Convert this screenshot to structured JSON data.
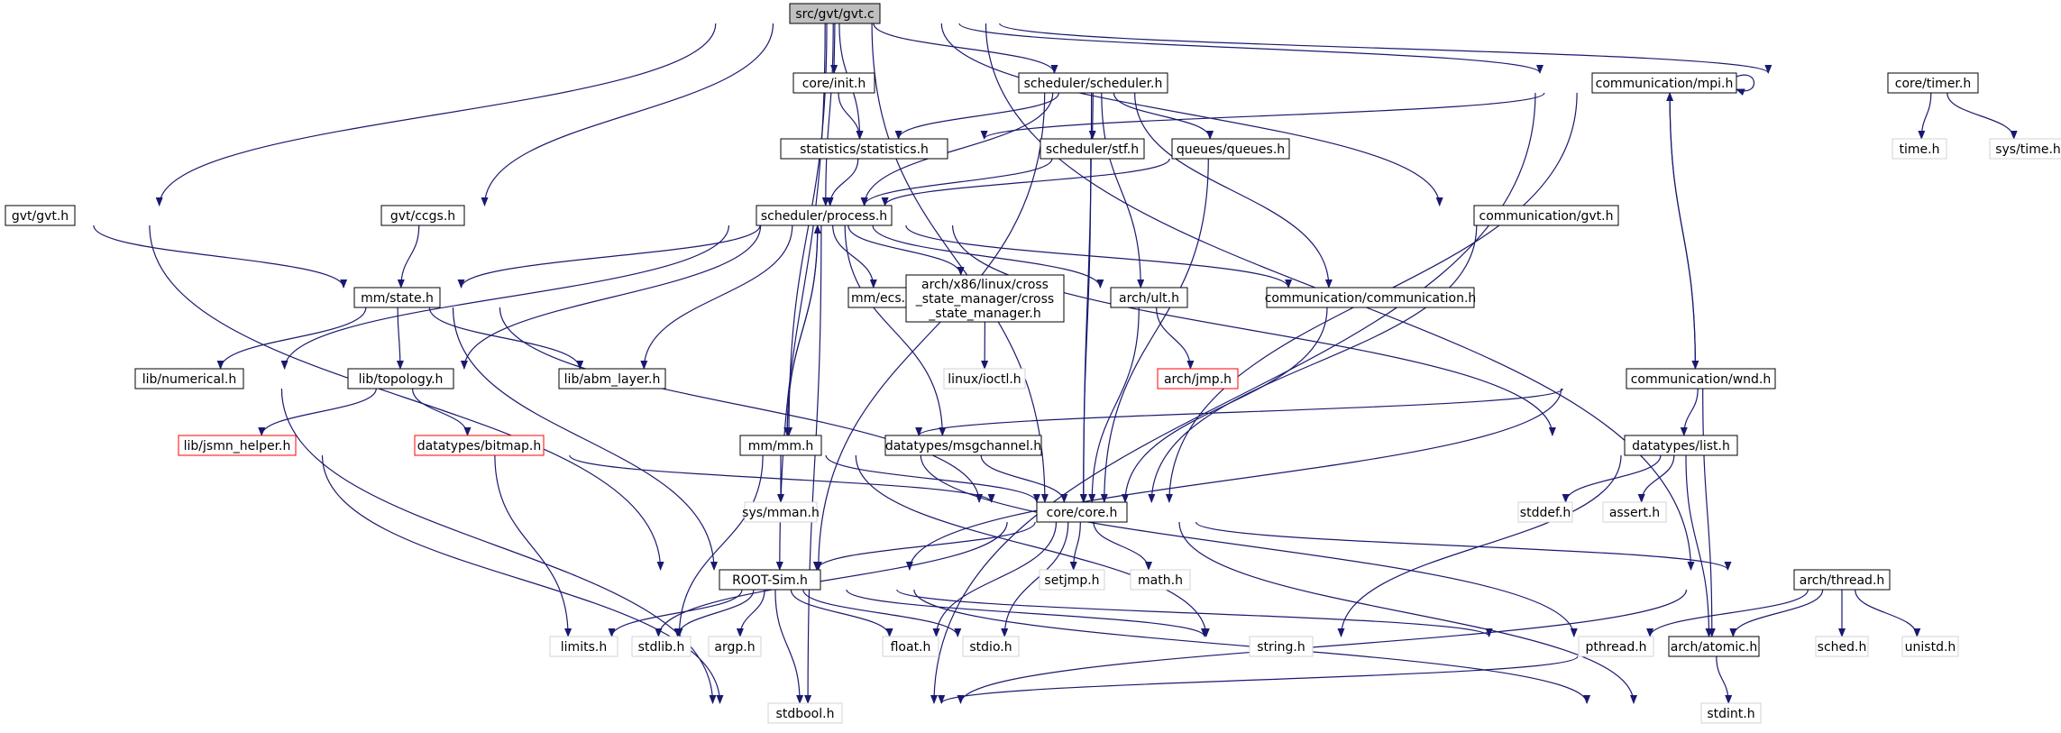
{
  "colors": {
    "edge": "#191970",
    "box_border": "#000000",
    "box_border_missing": "#d3d3d3",
    "box_border_error": "#ff0000",
    "root_fill": "#bfbfbf",
    "box_fill": "#ffffff",
    "text": "#000000"
  },
  "nodes": [
    {
      "id": "gvt_c",
      "label": "src/gvt/gvt.c",
      "kind": "root"
    },
    {
      "id": "core_init",
      "label": "core/init.h",
      "kind": "normal"
    },
    {
      "id": "sched_sched",
      "label": "scheduler/scheduler.h",
      "kind": "normal"
    },
    {
      "id": "comm_mpi",
      "label": "communication/mpi.h",
      "kind": "normal"
    },
    {
      "id": "core_timer",
      "label": "core/timer.h",
      "kind": "normal"
    },
    {
      "id": "stats",
      "label": "statistics/statistics.h",
      "kind": "normal"
    },
    {
      "id": "sched_stf",
      "label": "scheduler/stf.h",
      "kind": "normal"
    },
    {
      "id": "queues",
      "label": "queues/queues.h",
      "kind": "normal"
    },
    {
      "id": "time_h",
      "label": "time.h",
      "kind": "missing"
    },
    {
      "id": "systime",
      "label": "sys/time.h",
      "kind": "missing"
    },
    {
      "id": "gvt_gvt_h",
      "label": "gvt/gvt.h",
      "kind": "normal"
    },
    {
      "id": "gvt_ccgs",
      "label": "gvt/ccgs.h",
      "kind": "normal"
    },
    {
      "id": "comm_gvt",
      "label": "communication/gvt.h",
      "kind": "normal"
    },
    {
      "id": "sched_proc",
      "label": "scheduler/process.h",
      "kind": "normal"
    },
    {
      "id": "mm_state",
      "label": "mm/state.h",
      "kind": "normal"
    },
    {
      "id": "mm_ecs",
      "label": "mm/ecs.h",
      "kind": "normal"
    },
    {
      "id": "csm",
      "label": "arch/x86/linux/cross\n_state_manager/cross\n_state_manager.h",
      "kind": "normal"
    },
    {
      "id": "arch_ult",
      "label": "arch/ult.h",
      "kind": "normal"
    },
    {
      "id": "comm_comm",
      "label": "communication/communication.h",
      "kind": "normal"
    },
    {
      "id": "lib_num",
      "label": "lib/numerical.h",
      "kind": "normal"
    },
    {
      "id": "lib_topo",
      "label": "lib/topology.h",
      "kind": "normal"
    },
    {
      "id": "lib_abm",
      "label": "lib/abm_layer.h",
      "kind": "normal"
    },
    {
      "id": "linux_ioctl",
      "label": "linux/ioctl.h",
      "kind": "missing"
    },
    {
      "id": "arch_jmp",
      "label": "arch/jmp.h",
      "kind": "error"
    },
    {
      "id": "comm_wnd",
      "label": "communication/wnd.h",
      "kind": "normal"
    },
    {
      "id": "lib_jsmn",
      "label": "lib/jsmn_helper.h",
      "kind": "error"
    },
    {
      "id": "dt_bitmap",
      "label": "datatypes/bitmap.h",
      "kind": "error"
    },
    {
      "id": "mm_mm",
      "label": "mm/mm.h",
      "kind": "normal"
    },
    {
      "id": "dt_msgch",
      "label": "datatypes/msgchannel.h",
      "kind": "normal"
    },
    {
      "id": "dt_list",
      "label": "datatypes/list.h",
      "kind": "normal"
    },
    {
      "id": "sys_mman",
      "label": "sys/mman.h",
      "kind": "missing"
    },
    {
      "id": "core_core",
      "label": "core/core.h",
      "kind": "normal"
    },
    {
      "id": "stddef",
      "label": "stddef.h",
      "kind": "missing"
    },
    {
      "id": "assert_h",
      "label": "assert.h",
      "kind": "missing"
    },
    {
      "id": "setjmp",
      "label": "setjmp.h",
      "kind": "missing"
    },
    {
      "id": "math_h",
      "label": "math.h",
      "kind": "missing"
    },
    {
      "id": "root_sim",
      "label": "ROOT-Sim.h",
      "kind": "normal"
    },
    {
      "id": "arch_thread",
      "label": "arch/thread.h",
      "kind": "normal"
    },
    {
      "id": "limits",
      "label": "limits.h",
      "kind": "missing"
    },
    {
      "id": "stdlib",
      "label": "stdlib.h",
      "kind": "missing"
    },
    {
      "id": "argp",
      "label": "argp.h",
      "kind": "missing"
    },
    {
      "id": "float_h",
      "label": "float.h",
      "kind": "missing"
    },
    {
      "id": "stdio",
      "label": "stdio.h",
      "kind": "missing"
    },
    {
      "id": "string_h",
      "label": "string.h",
      "kind": "missing"
    },
    {
      "id": "pthread",
      "label": "pthread.h",
      "kind": "missing"
    },
    {
      "id": "arch_atomic",
      "label": "arch/atomic.h",
      "kind": "normal"
    },
    {
      "id": "sched_h",
      "label": "sched.h",
      "kind": "missing"
    },
    {
      "id": "unistd",
      "label": "unistd.h",
      "kind": "missing"
    },
    {
      "id": "stdbool",
      "label": "stdbool.h",
      "kind": "missing"
    },
    {
      "id": "stdint",
      "label": "stdint.h",
      "kind": "missing"
    }
  ],
  "edges": [
    [
      "gvt_c",
      "core_init"
    ],
    [
      "gvt_c",
      "sched_sched"
    ],
    [
      "gvt_c",
      "comm_mpi"
    ],
    [
      "gvt_c",
      "core_timer"
    ],
    [
      "gvt_c",
      "stats"
    ],
    [
      "gvt_c",
      "sched_proc"
    ],
    [
      "gvt_c",
      "gvt_gvt_h"
    ],
    [
      "gvt_c",
      "gvt_ccgs"
    ],
    [
      "gvt_c",
      "comm_gvt"
    ],
    [
      "gvt_c",
      "mm_mm"
    ],
    [
      "gvt_c",
      "core_core"
    ],
    [
      "gvt_c",
      "root_sim"
    ],
    [
      "gvt_c",
      "arch_thread"
    ],
    [
      "core_init",
      "stats"
    ],
    [
      "sched_sched",
      "stats"
    ],
    [
      "sched_sched",
      "sched_stf"
    ],
    [
      "sched_sched",
      "queues"
    ],
    [
      "sched_sched",
      "sched_proc"
    ],
    [
      "sched_sched",
      "arch_ult"
    ],
    [
      "sched_sched",
      "comm_comm"
    ],
    [
      "sched_sched",
      "core_core"
    ],
    [
      "sched_sched",
      "root_sim"
    ],
    [
      "comm_mpi",
      "comm_mpi"
    ],
    [
      "comm_mpi",
      "stats"
    ],
    [
      "comm_mpi",
      "comm_wnd"
    ],
    [
      "comm_mpi",
      "core_core"
    ],
    [
      "comm_mpi",
      "stdbool"
    ],
    [
      "core_timer",
      "time_h"
    ],
    [
      "core_timer",
      "systime"
    ],
    [
      "stats",
      "sched_proc"
    ],
    [
      "sched_stf",
      "sched_proc"
    ],
    [
      "sched_stf",
      "core_core"
    ],
    [
      "queues",
      "sched_proc"
    ],
    [
      "queues",
      "core_core"
    ],
    [
      "gvt_gvt_h",
      "mm_state"
    ],
    [
      "gvt_gvt_h",
      "root_sim"
    ],
    [
      "gvt_ccgs",
      "mm_state"
    ],
    [
      "comm_gvt",
      "core_core"
    ],
    [
      "sched_proc",
      "mm_state"
    ],
    [
      "sched_proc",
      "mm_ecs"
    ],
    [
      "sched_proc",
      "csm"
    ],
    [
      "sched_proc",
      "arch_ult"
    ],
    [
      "sched_proc",
      "comm_comm"
    ],
    [
      "sched_proc",
      "lib_num"
    ],
    [
      "sched_proc",
      "lib_topo"
    ],
    [
      "sched_proc",
      "lib_abm"
    ],
    [
      "sched_proc",
      "mm_mm"
    ],
    [
      "sched_proc",
      "dt_msgch"
    ],
    [
      "sched_proc",
      "dt_list"
    ],
    [
      "sched_proc",
      "stdbool"
    ],
    [
      "mm_state",
      "lib_num"
    ],
    [
      "mm_state",
      "lib_topo"
    ],
    [
      "mm_state",
      "lib_abm"
    ],
    [
      "mm_state",
      "core_core"
    ],
    [
      "mm_state",
      "root_sim"
    ],
    [
      "csm",
      "linux_ioctl"
    ],
    [
      "arch_ult",
      "arch_jmp"
    ],
    [
      "arch_ult",
      "core_core"
    ],
    [
      "comm_comm",
      "core_core"
    ],
    [
      "lib_num",
      "stdbool"
    ],
    [
      "lib_topo",
      "lib_jsmn"
    ],
    [
      "lib_topo",
      "dt_bitmap"
    ],
    [
      "lib_jsmn",
      "stdbool"
    ],
    [
      "dt_bitmap",
      "core_core"
    ],
    [
      "dt_bitmap",
      "limits"
    ],
    [
      "comm_wnd",
      "comm_mpi"
    ],
    [
      "comm_wnd",
      "mm_mm"
    ],
    [
      "comm_wnd",
      "dt_list"
    ],
    [
      "comm_wnd",
      "root_sim"
    ],
    [
      "comm_wnd",
      "arch_atomic"
    ],
    [
      "mm_mm",
      "sched_proc"
    ],
    [
      "mm_mm",
      "core_core"
    ],
    [
      "mm_mm",
      "sys_mman"
    ],
    [
      "mm_mm",
      "stdlib"
    ],
    [
      "mm_mm",
      "string_h"
    ],
    [
      "mm_mm",
      "arch_atomic"
    ],
    [
      "dt_msgch",
      "core_core"
    ],
    [
      "dt_list",
      "stddef"
    ],
    [
      "dt_list",
      "assert_h"
    ],
    [
      "dt_list",
      "string_h"
    ],
    [
      "dt_list",
      "arch_atomic"
    ],
    [
      "core_core",
      "root_sim"
    ],
    [
      "core_core",
      "setjmp"
    ],
    [
      "core_core",
      "math_h"
    ],
    [
      "core_core",
      "arch_thread"
    ],
    [
      "core_core",
      "limits"
    ],
    [
      "core_core",
      "float_h"
    ],
    [
      "core_core",
      "stdio"
    ],
    [
      "core_core",
      "stdint"
    ],
    [
      "root_sim",
      "limits"
    ],
    [
      "root_sim",
      "stdlib"
    ],
    [
      "root_sim",
      "argp"
    ],
    [
      "root_sim",
      "float_h"
    ],
    [
      "root_sim",
      "stdio"
    ],
    [
      "root_sim",
      "string_h"
    ],
    [
      "root_sim",
      "pthread"
    ],
    [
      "root_sim",
      "stdbool"
    ],
    [
      "root_sim",
      "stdint"
    ],
    [
      "arch_thread",
      "pthread"
    ],
    [
      "arch_thread",
      "arch_atomic"
    ],
    [
      "arch_thread",
      "sched_h"
    ],
    [
      "arch_thread",
      "unistd"
    ],
    [
      "arch_thread",
      "stdbool"
    ],
    [
      "arch_atomic",
      "stdbool"
    ],
    [
      "arch_atomic",
      "stdint"
    ]
  ]
}
